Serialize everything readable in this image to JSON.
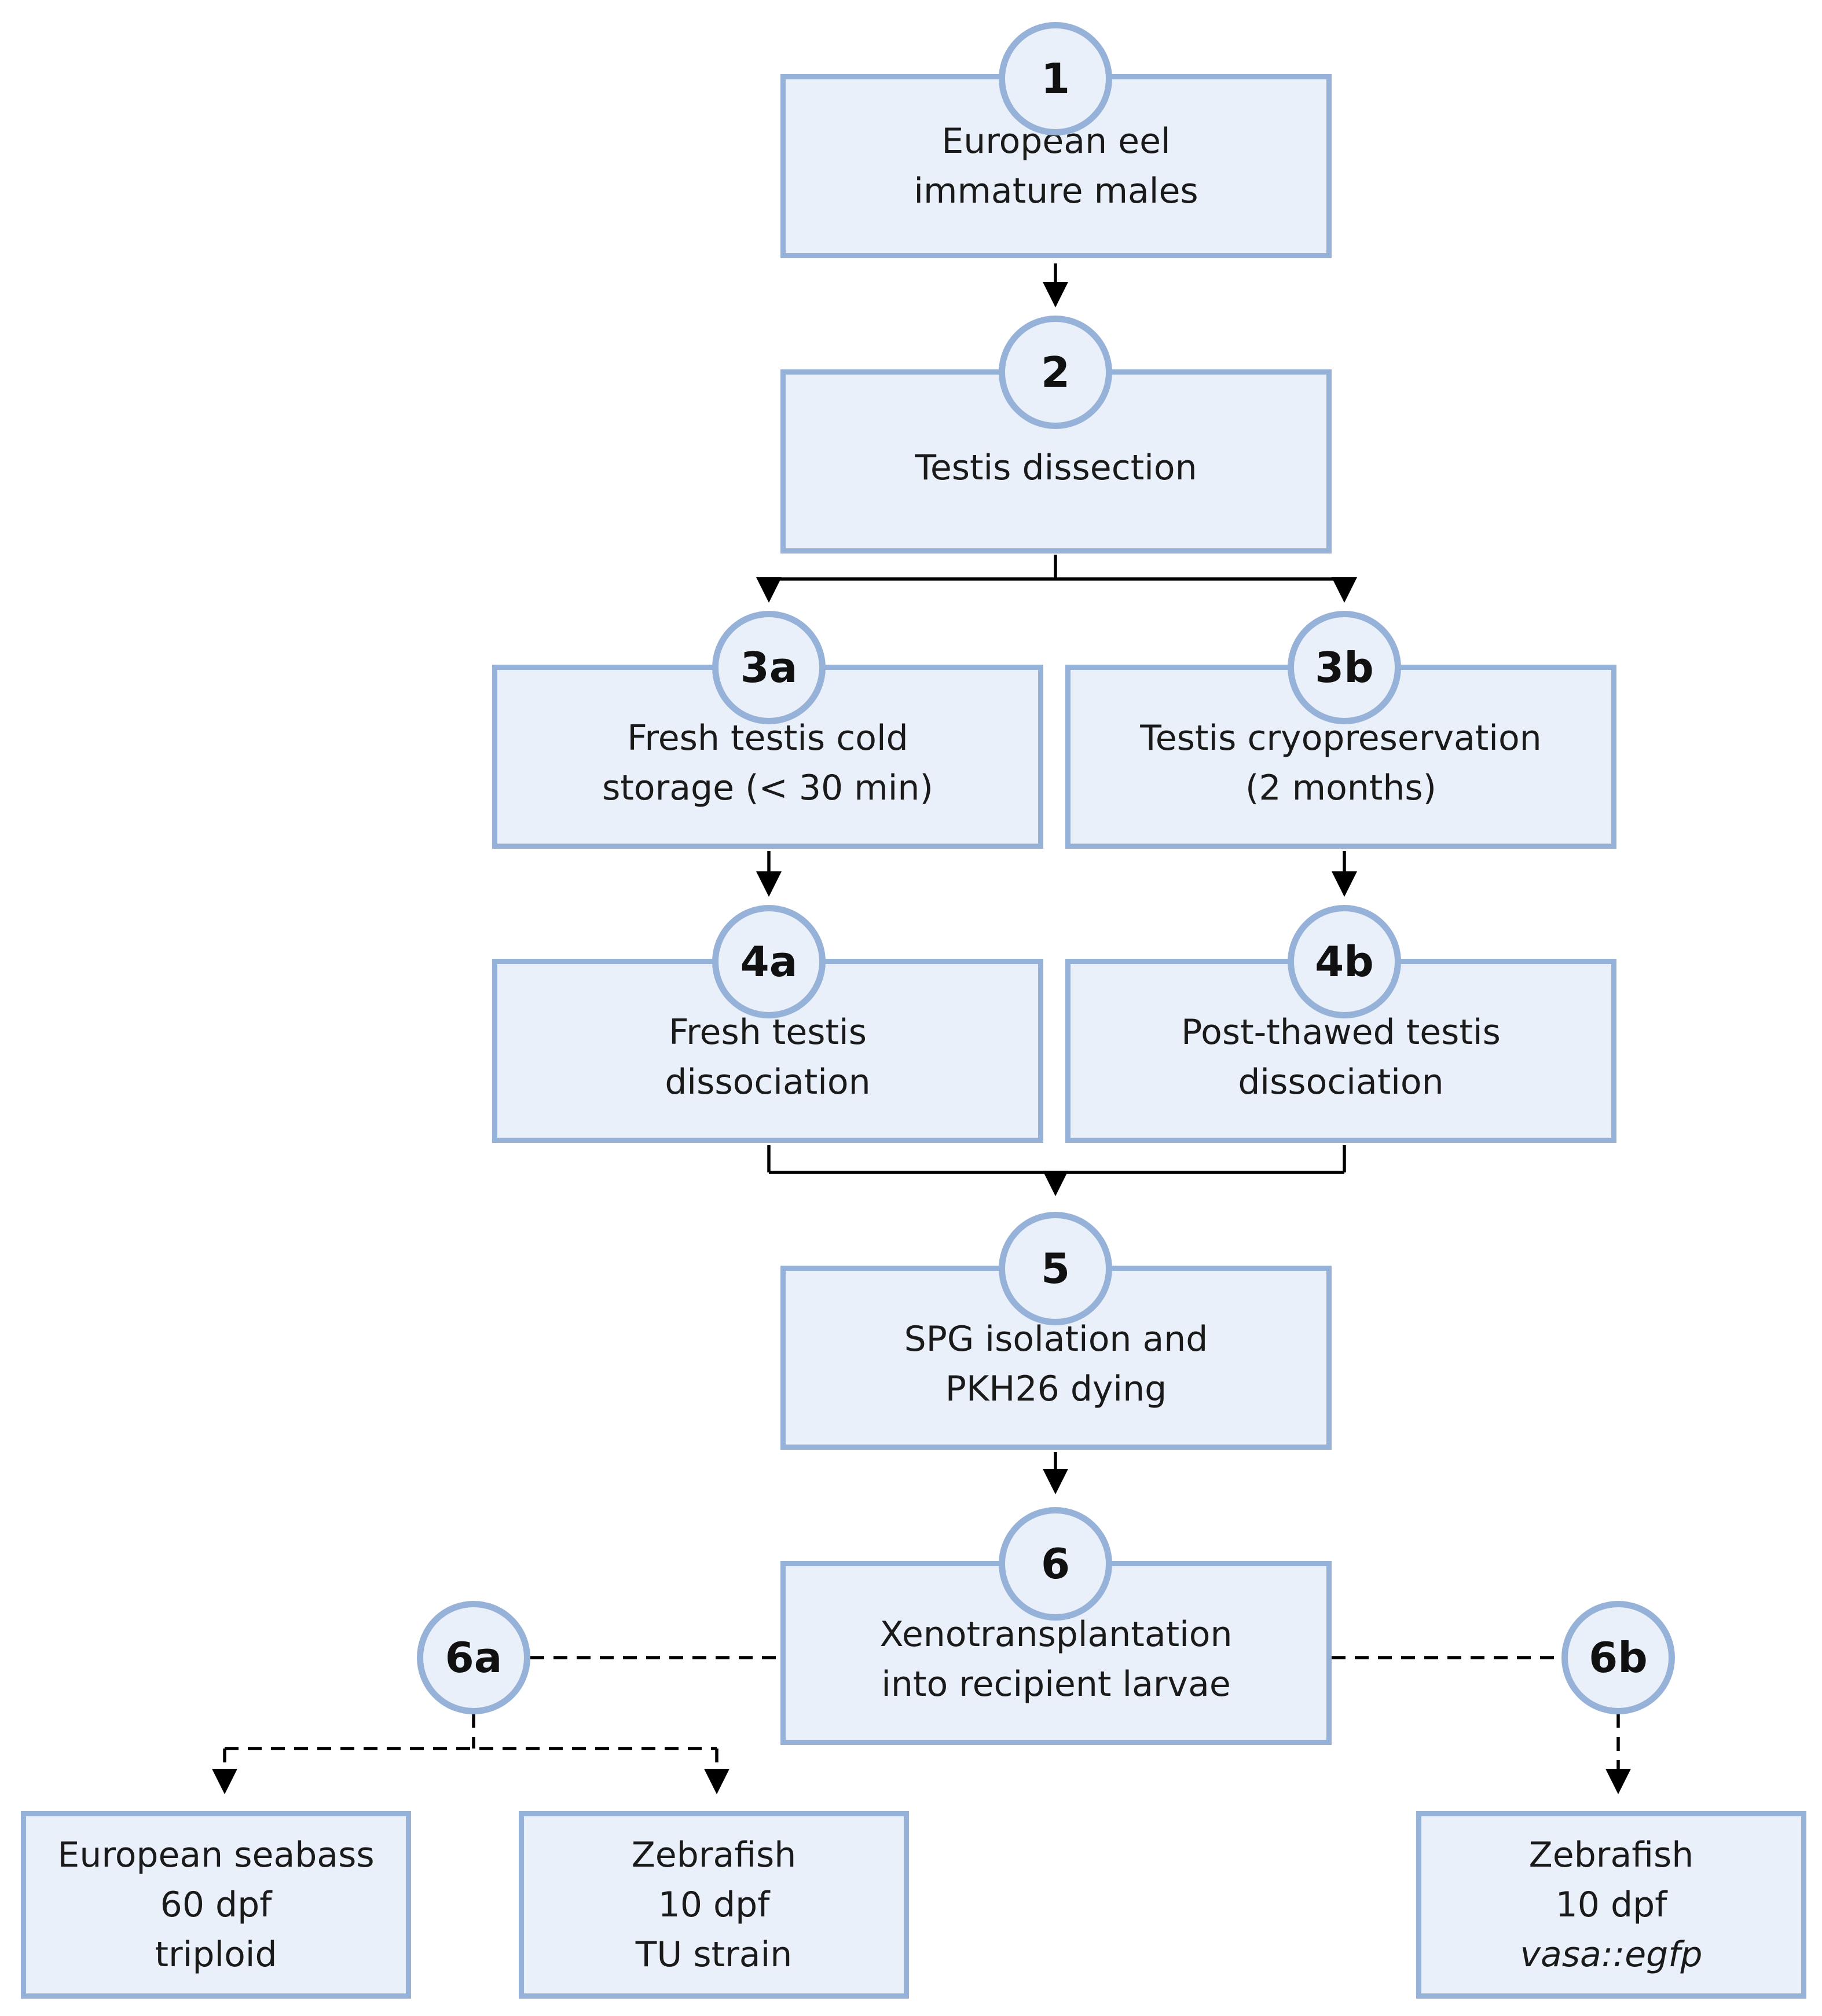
{
  "colors": {
    "box_fill": "#eaf0fa",
    "box_border": "#97b2d9",
    "connector": "#000000",
    "text": "#1a1a1a"
  },
  "steps": {
    "s1": {
      "number": "1",
      "lines": [
        "European eel",
        "immature males"
      ]
    },
    "s2": {
      "number": "2",
      "lines": [
        "Testis dissection"
      ]
    },
    "s3a": {
      "number": "3a",
      "lines": [
        "Fresh testis cold",
        "storage (< 30 min)"
      ]
    },
    "s3b": {
      "number": "3b",
      "lines": [
        "Testis cryopreservation",
        "(2 months)"
      ]
    },
    "s4a": {
      "number": "4a",
      "lines": [
        "Fresh testis",
        "dissociation"
      ]
    },
    "s4b": {
      "number": "4b",
      "lines": [
        "Post-thawed testis",
        "dissociation"
      ]
    },
    "s5": {
      "number": "5",
      "lines": [
        "SPG isolation and",
        "PKH26 dying"
      ]
    },
    "s6": {
      "number": "6",
      "lines": [
        "Xenotransplantation",
        "into recipient larvae"
      ]
    },
    "s6a": {
      "number": "6a"
    },
    "s6b": {
      "number": "6b"
    }
  },
  "recipients": {
    "seabass": {
      "lines": [
        "European seabass",
        "60 dpf",
        "triploid"
      ]
    },
    "zebrafish_tu": {
      "lines": [
        "Zebrafish",
        "10 dpf",
        "TU strain"
      ]
    },
    "zebrafish_vasa": {
      "lines": [
        "Zebrafish",
        "10 dpf",
        "vasa::egfp"
      ]
    }
  },
  "connectors": [
    {
      "from": "1",
      "to": "2",
      "style": "solid"
    },
    {
      "from": "2",
      "to": "3a",
      "style": "solid"
    },
    {
      "from": "2",
      "to": "3b",
      "style": "solid"
    },
    {
      "from": "3a",
      "to": "4a",
      "style": "solid"
    },
    {
      "from": "3b",
      "to": "4b",
      "style": "solid"
    },
    {
      "from": "4a",
      "to": "5",
      "style": "solid"
    },
    {
      "from": "4b",
      "to": "5",
      "style": "solid"
    },
    {
      "from": "5",
      "to": "6",
      "style": "solid"
    },
    {
      "from": "6",
      "to": "6a",
      "style": "dashed"
    },
    {
      "from": "6",
      "to": "6b",
      "style": "dashed"
    },
    {
      "from": "6a",
      "to": "European seabass",
      "style": "dashed"
    },
    {
      "from": "6a",
      "to": "Zebrafish TU strain",
      "style": "dashed"
    },
    {
      "from": "6b",
      "to": "Zebrafish vasa::egfp",
      "style": "dashed"
    }
  ]
}
